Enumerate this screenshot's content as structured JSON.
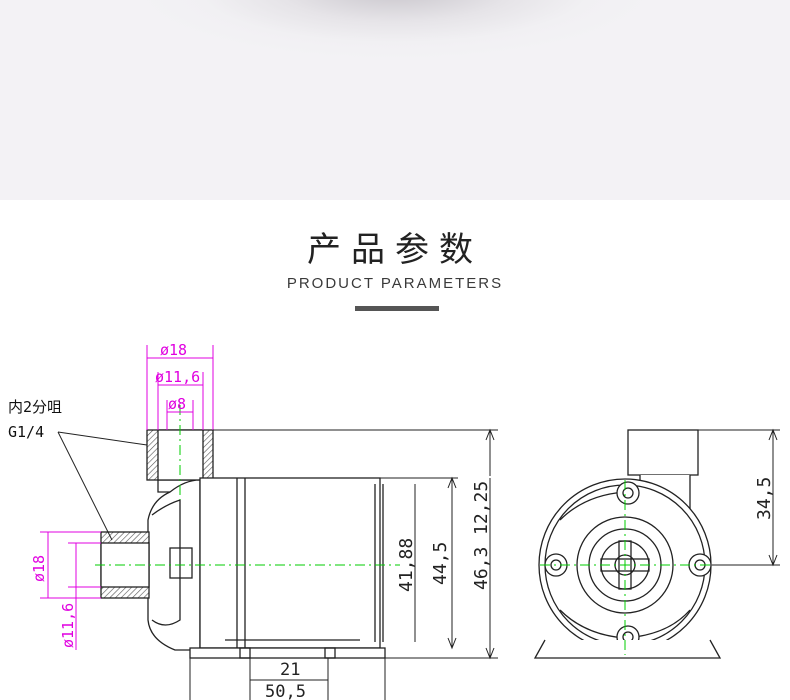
{
  "header": {
    "title_cn": "产品参数",
    "title_en": "PRODUCT PARAMETERS"
  },
  "drawing": {
    "callout": {
      "line1": "内2分咀",
      "line2": "G1/4"
    },
    "dims_top": {
      "outer": "ø18",
      "middle": "ø11,6",
      "inner": "ø8"
    },
    "dims_left": {
      "outer": "ø18",
      "inner": "ø11,6"
    },
    "dims_right": {
      "d1": "41,88",
      "d2": "44,5",
      "d3": "46,3",
      "d4": "12,25"
    },
    "dims_bottom": {
      "d1": "21",
      "d2": "50,5"
    },
    "dims_end_view": {
      "height": "34,5"
    }
  },
  "colors": {
    "dimension_magenta": "#e000e0",
    "centerline_green": "#00cc00",
    "outline": "#222222"
  }
}
